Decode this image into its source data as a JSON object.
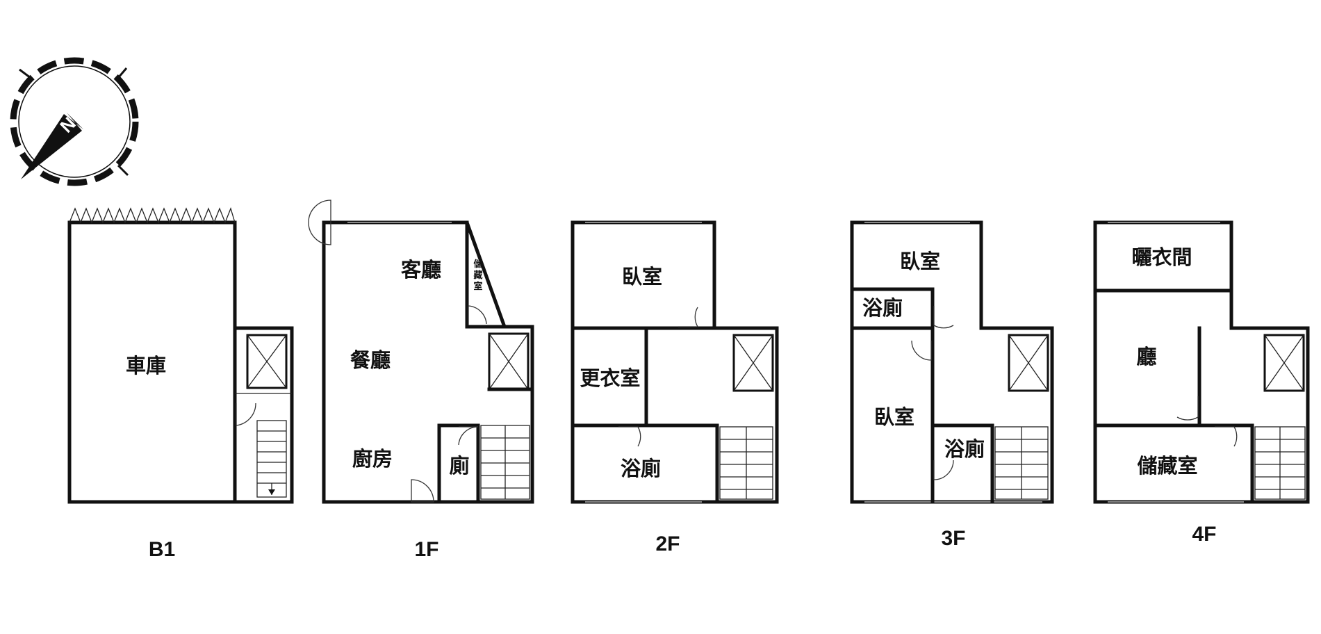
{
  "compass": {
    "north_label": "N"
  },
  "floors": [
    {
      "id": "B1",
      "label": "B1",
      "rooms": {
        "garage": "車庫"
      }
    },
    {
      "id": "1F",
      "label": "1F",
      "rooms": {
        "living": "客廳",
        "storage": "儲藏室",
        "dining": "餐廳",
        "kitchen": "廚房",
        "toilet": "廁"
      }
    },
    {
      "id": "2F",
      "label": "2F",
      "rooms": {
        "bedroom": "臥室",
        "closet": "更衣室",
        "bath": "浴廁"
      }
    },
    {
      "id": "3F",
      "label": "3F",
      "rooms": {
        "bedroom1": "臥室",
        "bath1": "浴廁",
        "bedroom2": "臥室",
        "bath2": "浴廁"
      }
    },
    {
      "id": "4F",
      "label": "4F",
      "rooms": {
        "laundry": "曬衣間",
        "hall": "廳",
        "storage": "儲藏室"
      }
    }
  ]
}
